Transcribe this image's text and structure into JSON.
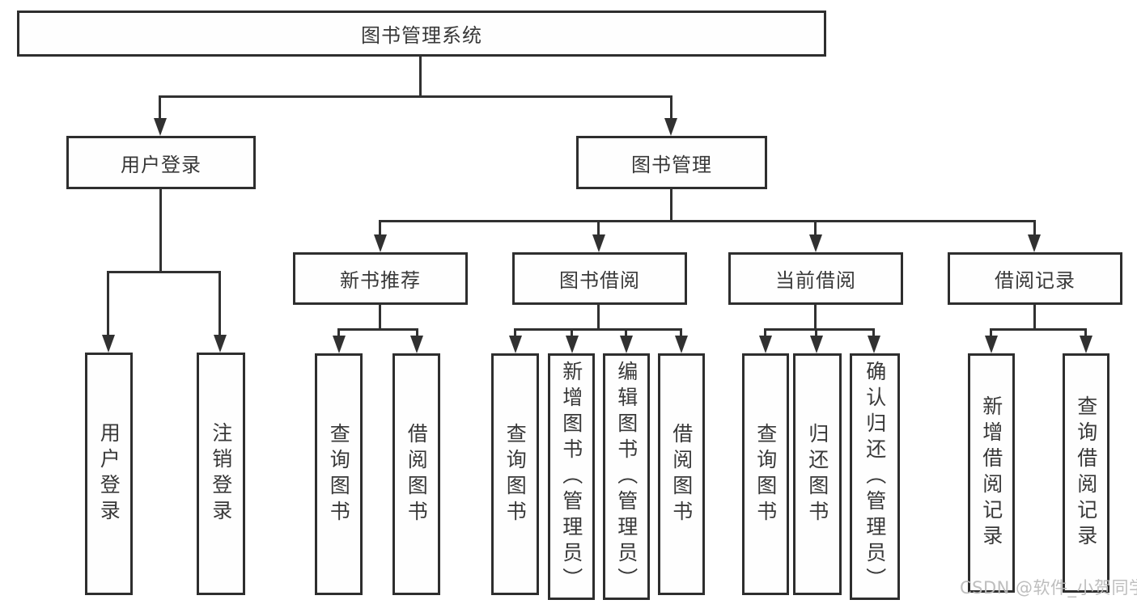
{
  "diagram": {
    "root_label": "图书管理系统",
    "branches": [
      {
        "label": "用户登录",
        "children": [
          {
            "label": "用户登录"
          },
          {
            "label": "注销登录"
          }
        ]
      },
      {
        "label": "图书管理",
        "children": [
          {
            "label": "新书推荐",
            "children": [
              {
                "label": "查询图书"
              },
              {
                "label": "借阅图书"
              }
            ]
          },
          {
            "label": "图书借阅",
            "children": [
              {
                "label": "查询图书"
              },
              {
                "label": "新增图书（管理员）"
              },
              {
                "label": "编辑图书（管理员）"
              },
              {
                "label": "借阅图书"
              }
            ]
          },
          {
            "label": "当前借阅",
            "children": [
              {
                "label": "查询图书"
              },
              {
                "label": "归还图书"
              },
              {
                "label": "确认归还（管理员）"
              }
            ]
          },
          {
            "label": "借阅记录",
            "children": [
              {
                "label": "新增借阅记录"
              },
              {
                "label": "查询借阅记录"
              }
            ]
          }
        ]
      }
    ]
  },
  "watermark": {
    "text": "CSDN @软件_小贺同学"
  },
  "colors": {
    "line": "#313131",
    "box_border": "#2e2e2e",
    "box_background": "#fefefe",
    "text": "#383838",
    "watermark": "#bababa",
    "page_background": "#ffffff"
  }
}
